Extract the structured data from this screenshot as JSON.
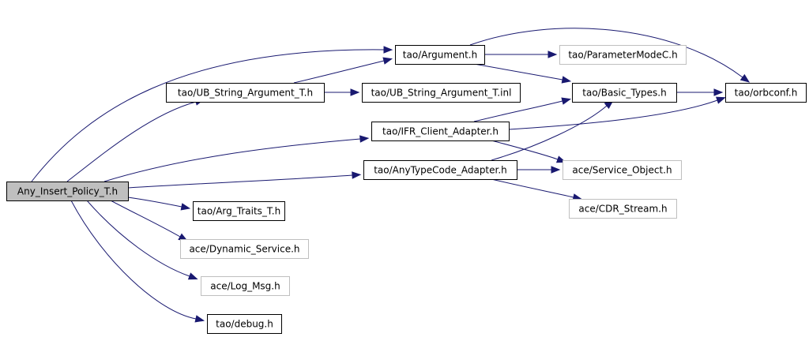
{
  "colors": {
    "edge": "#191970",
    "root_fill": "#bfbfbf",
    "found_border": "#000000",
    "missing_border": "#bfbfbf",
    "background": "#ffffff"
  },
  "nodes": [
    {
      "id": "root",
      "label": "Any_Insert_Policy_T.h",
      "kind": "root"
    },
    {
      "id": "argument",
      "label": "tao/Argument.h",
      "kind": "found"
    },
    {
      "id": "parammode",
      "label": "tao/ParameterModeC.h",
      "kind": "missing"
    },
    {
      "id": "ubstr",
      "label": "tao/UB_String_Argument_T.h",
      "kind": "found"
    },
    {
      "id": "ubstrinl",
      "label": "tao/UB_String_Argument_T.inl",
      "kind": "found"
    },
    {
      "id": "basictypes",
      "label": "tao/Basic_Types.h",
      "kind": "found"
    },
    {
      "id": "orbconf",
      "label": "tao/orbconf.h",
      "kind": "found"
    },
    {
      "id": "ifr",
      "label": "tao/IFR_Client_Adapter.h",
      "kind": "found"
    },
    {
      "id": "anytc",
      "label": "tao/AnyTypeCode_Adapter.h",
      "kind": "found"
    },
    {
      "id": "svcobj",
      "label": "ace/Service_Object.h",
      "kind": "missing"
    },
    {
      "id": "cdr",
      "label": "ace/CDR_Stream.h",
      "kind": "missing"
    },
    {
      "id": "argtraits",
      "label": "tao/Arg_Traits_T.h",
      "kind": "found"
    },
    {
      "id": "dynsvc",
      "label": "ace/Dynamic_Service.h",
      "kind": "missing"
    },
    {
      "id": "logmsg",
      "label": "ace/Log_Msg.h",
      "kind": "missing"
    },
    {
      "id": "debug",
      "label": "tao/debug.h",
      "kind": "found"
    }
  ],
  "edges": [
    {
      "from": "root",
      "to": "argument"
    },
    {
      "from": "root",
      "to": "ubstr"
    },
    {
      "from": "root",
      "to": "ifr"
    },
    {
      "from": "root",
      "to": "anytc"
    },
    {
      "from": "root",
      "to": "argtraits"
    },
    {
      "from": "root",
      "to": "dynsvc"
    },
    {
      "from": "root",
      "to": "logmsg"
    },
    {
      "from": "root",
      "to": "debug"
    },
    {
      "from": "argument",
      "to": "parammode"
    },
    {
      "from": "argument",
      "to": "basictypes"
    },
    {
      "from": "argument",
      "to": "orbconf"
    },
    {
      "from": "ubstr",
      "to": "argument"
    },
    {
      "from": "ubstr",
      "to": "ubstrinl"
    },
    {
      "from": "basictypes",
      "to": "orbconf"
    },
    {
      "from": "ifr",
      "to": "basictypes"
    },
    {
      "from": "ifr",
      "to": "orbconf"
    },
    {
      "from": "ifr",
      "to": "svcobj"
    },
    {
      "from": "anytc",
      "to": "basictypes"
    },
    {
      "from": "anytc",
      "to": "svcobj"
    },
    {
      "from": "anytc",
      "to": "cdr"
    }
  ]
}
